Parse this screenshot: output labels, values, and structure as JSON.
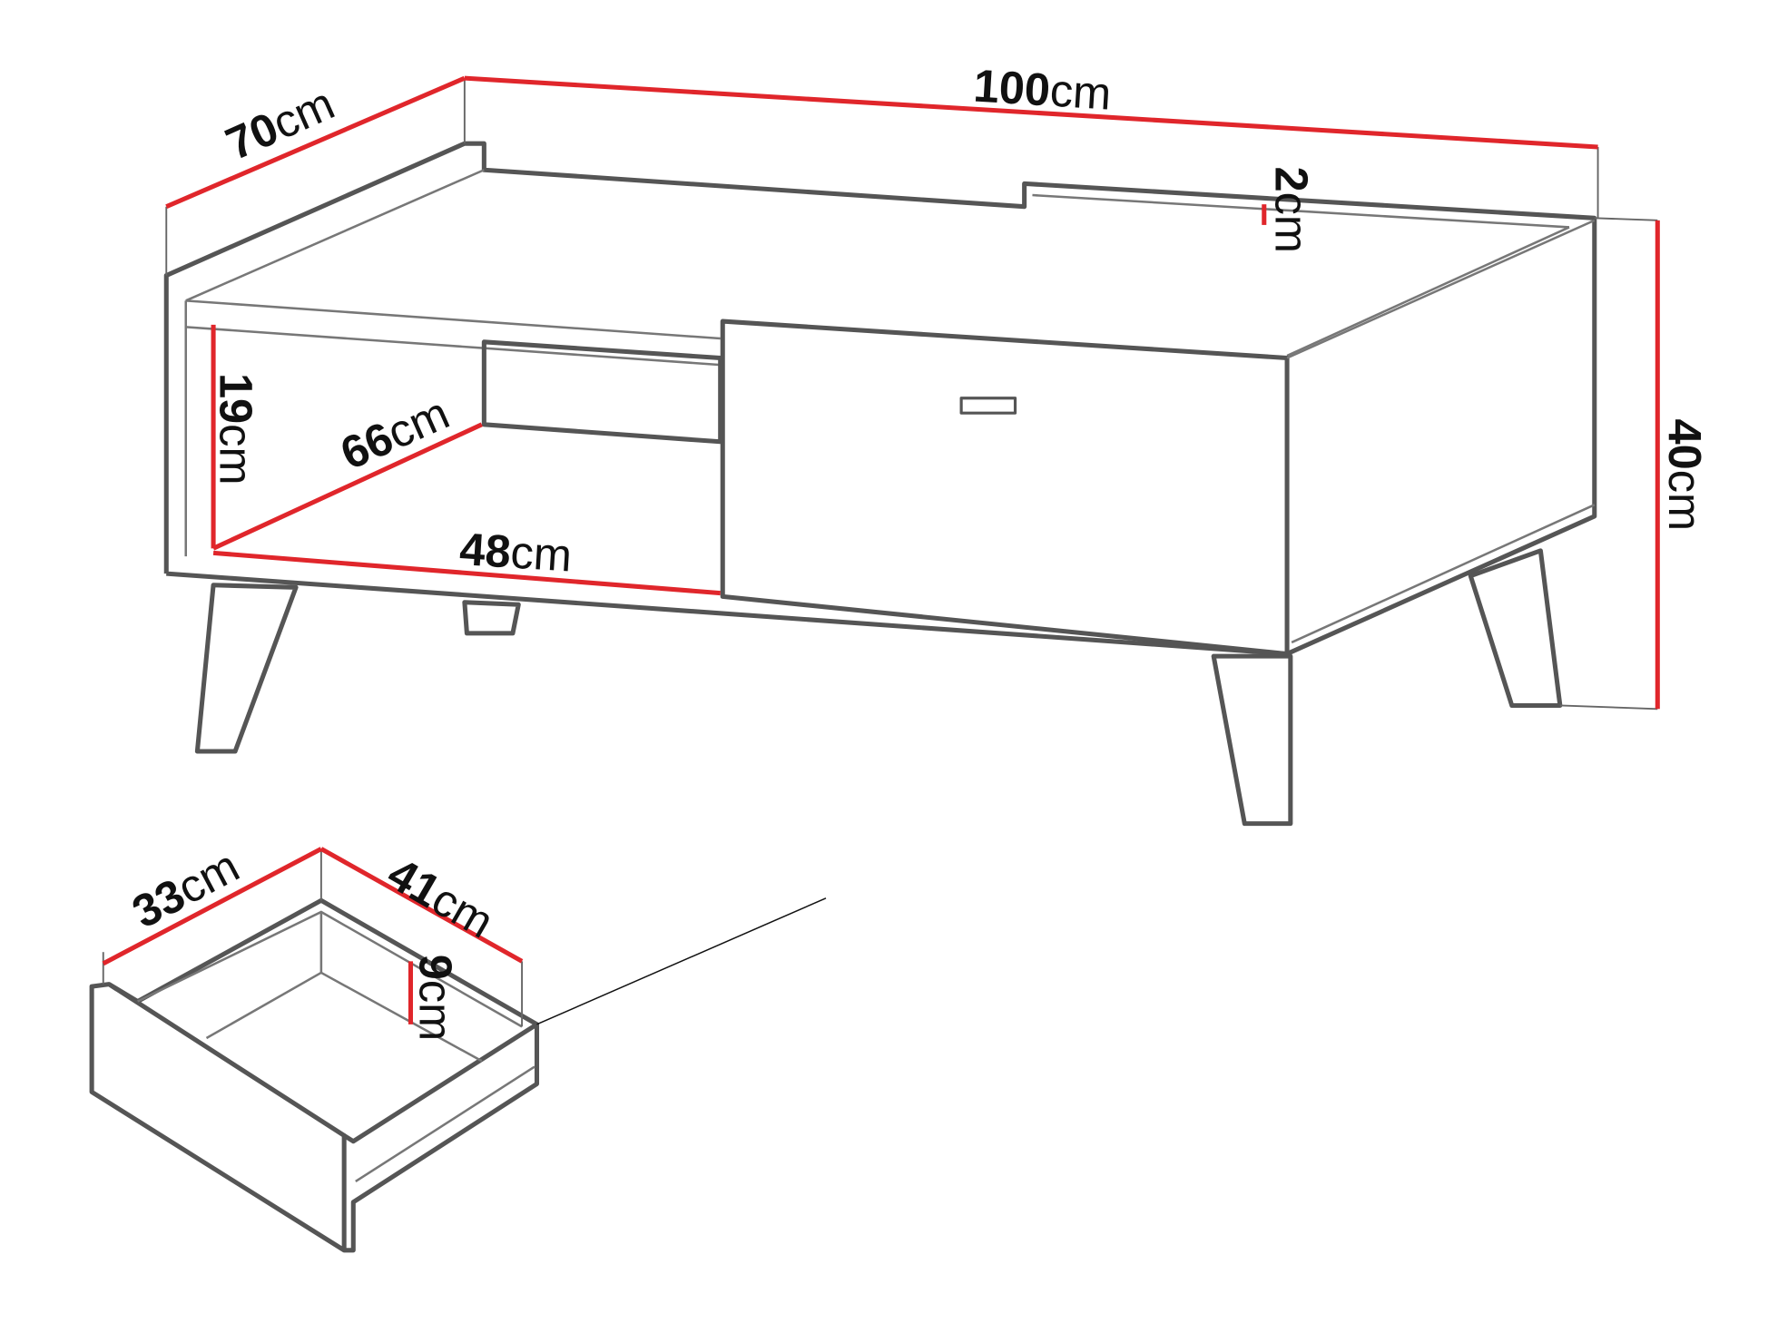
{
  "colors": {
    "dimension_line": "#e0262b",
    "outline": "#555555"
  },
  "dimensions": {
    "depth": {
      "value": "70",
      "unit": "cm"
    },
    "width": {
      "value": "100",
      "unit": "cm"
    },
    "top_lip": {
      "value": "2",
      "unit": "cm"
    },
    "height": {
      "value": "40",
      "unit": "cm"
    },
    "shelf_height": {
      "value": "19",
      "unit": "cm"
    },
    "shelf_depth": {
      "value": "66",
      "unit": "cm"
    },
    "shelf_width": {
      "value": "48",
      "unit": "cm"
    },
    "drawer_width": {
      "value": "33",
      "unit": "cm"
    },
    "drawer_depth": {
      "value": "41",
      "unit": "cm"
    },
    "drawer_height": {
      "value": "9",
      "unit": "cm"
    }
  }
}
